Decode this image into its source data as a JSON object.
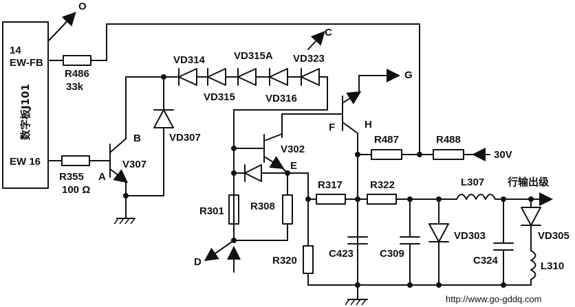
{
  "board": {
    "title": "数字板J101",
    "pin_14": "14",
    "pin_ew_fb": "EW-FB",
    "pin_ew16": "EW 16"
  },
  "resistors": {
    "r486": "R486",
    "r486_val": "33k",
    "r355": "R355",
    "r355_val": "100 Ω",
    "r487": "R487",
    "r488": "R488",
    "r301": "R301",
    "r308": "R308",
    "r317": "R317",
    "r322": "R322",
    "r320": "R320"
  },
  "diodes": {
    "vd314": "VD314",
    "vd315": "VD315",
    "vd315a": "VD315A",
    "vd316": "VD316",
    "vd323": "VD323",
    "vd307": "VD307",
    "vd303": "VD303",
    "vd305": "VD305"
  },
  "transistors": {
    "v307": "V307",
    "v302": "V302"
  },
  "capacitors": {
    "c423": "C423",
    "c309": "C309",
    "c324": "C324"
  },
  "inductors": {
    "l307": "L307",
    "l310": "L310"
  },
  "nodes": {
    "o": "O",
    "c": "C",
    "g": "G",
    "b": "B",
    "a": "A",
    "f": "F",
    "h": "H",
    "e": "E",
    "d": "D"
  },
  "supply": "30V",
  "output": "行输出级",
  "watermark": "http://www.go-gddq.com"
}
